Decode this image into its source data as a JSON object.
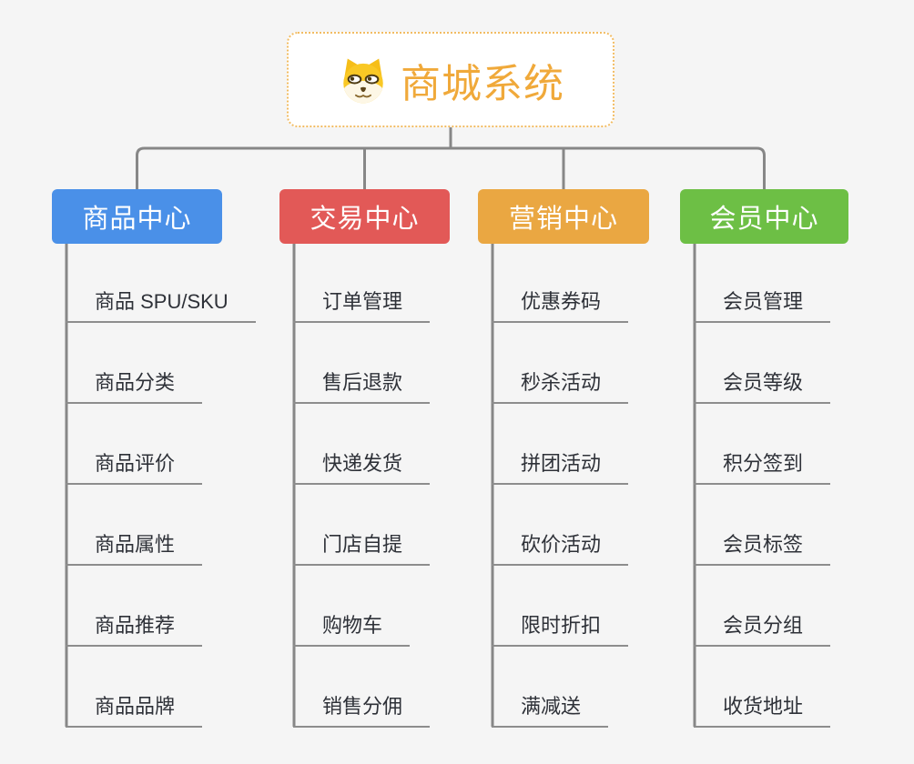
{
  "page": {
    "background": "#f5f5f5",
    "connector_color": "#878787"
  },
  "root": {
    "title": "商城系统",
    "icon": "dog-face-icon",
    "text_color": "#f0a93a",
    "border_color": "#f2bc63"
  },
  "branches": [
    {
      "label": "商品中心",
      "color": "#4a90e8",
      "children": [
        "商品 SPU/SKU",
        "商品分类",
        "商品评价",
        "商品属性",
        "商品推荐",
        "商品品牌"
      ]
    },
    {
      "label": "交易中心",
      "color": "#e25957",
      "children": [
        "订单管理",
        "售后退款",
        "快递发货",
        "门店自提",
        "购物车",
        "销售分佣"
      ]
    },
    {
      "label": "营销中心",
      "color": "#eaa742",
      "children": [
        "优惠券码",
        "秒杀活动",
        "拼团活动",
        "砍价活动",
        "限时折扣",
        "满减送"
      ]
    },
    {
      "label": "会员中心",
      "color": "#6dbf45",
      "children": [
        "会员管理",
        "会员等级",
        "积分签到",
        "会员标签",
        "会员分组",
        "收货地址"
      ]
    }
  ]
}
